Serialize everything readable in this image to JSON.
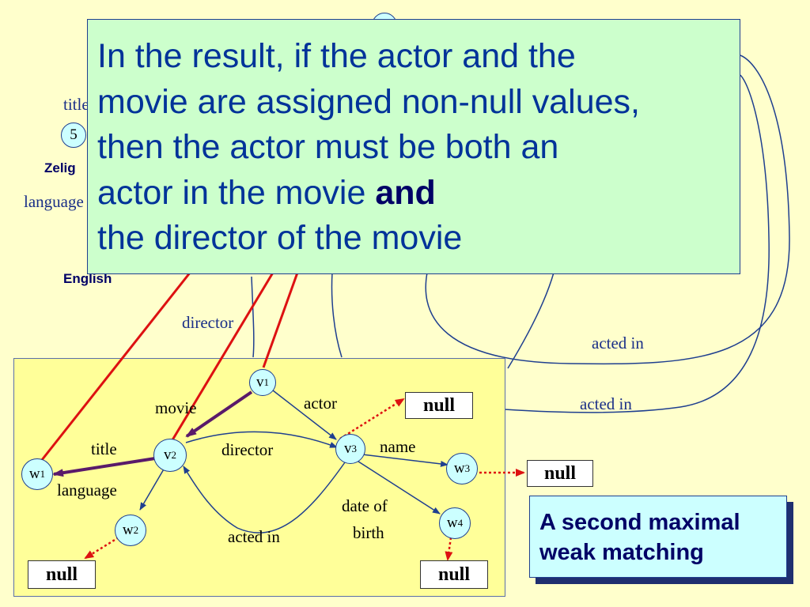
{
  "background": {
    "node_5_label": "5",
    "title_label": "title",
    "zelig_value": "Zelig",
    "language_label": "language",
    "english_value": "English",
    "director_label": "director",
    "acted_in_1": "acted in",
    "acted_in_2": "acted in"
  },
  "pattern": {
    "nodes": {
      "v1": {
        "base": "v",
        "sub": "1"
      },
      "v2": {
        "base": "v",
        "sub": "2"
      },
      "v3": {
        "base": "v",
        "sub": "3"
      },
      "w1": {
        "base": "w",
        "sub": "1"
      },
      "w2": {
        "base": "w",
        "sub": "2"
      },
      "w3": {
        "base": "w",
        "sub": "3"
      },
      "w4": {
        "base": "w",
        "sub": "4"
      }
    },
    "edge_labels": {
      "movie": "movie",
      "actor": "actor",
      "title": "title",
      "director": "director",
      "name": "name",
      "language": "language",
      "date_of": "date of",
      "birth": "birth",
      "acted_in": "acted in"
    },
    "null_label": "null"
  },
  "callout": {
    "lines": [
      "In the result, if the actor and the",
      "movie are assigned non-null values,",
      "then the actor must be both an",
      "actor in the movie "
    ],
    "bold_word": "and",
    "last_line": "the director of the movie"
  },
  "caption": {
    "line1": "A second maximal",
    "line2": "weak matching"
  },
  "colors": {
    "background": "#ffffcc",
    "panel": "#ffff99",
    "callout": "#ccffcc",
    "caption": "#ccffff",
    "node_fill": "#ccffff",
    "edge_blue": "#1f3f8f",
    "mapping_red": "#dd1111",
    "matched_purple": "#5a1a6a"
  }
}
